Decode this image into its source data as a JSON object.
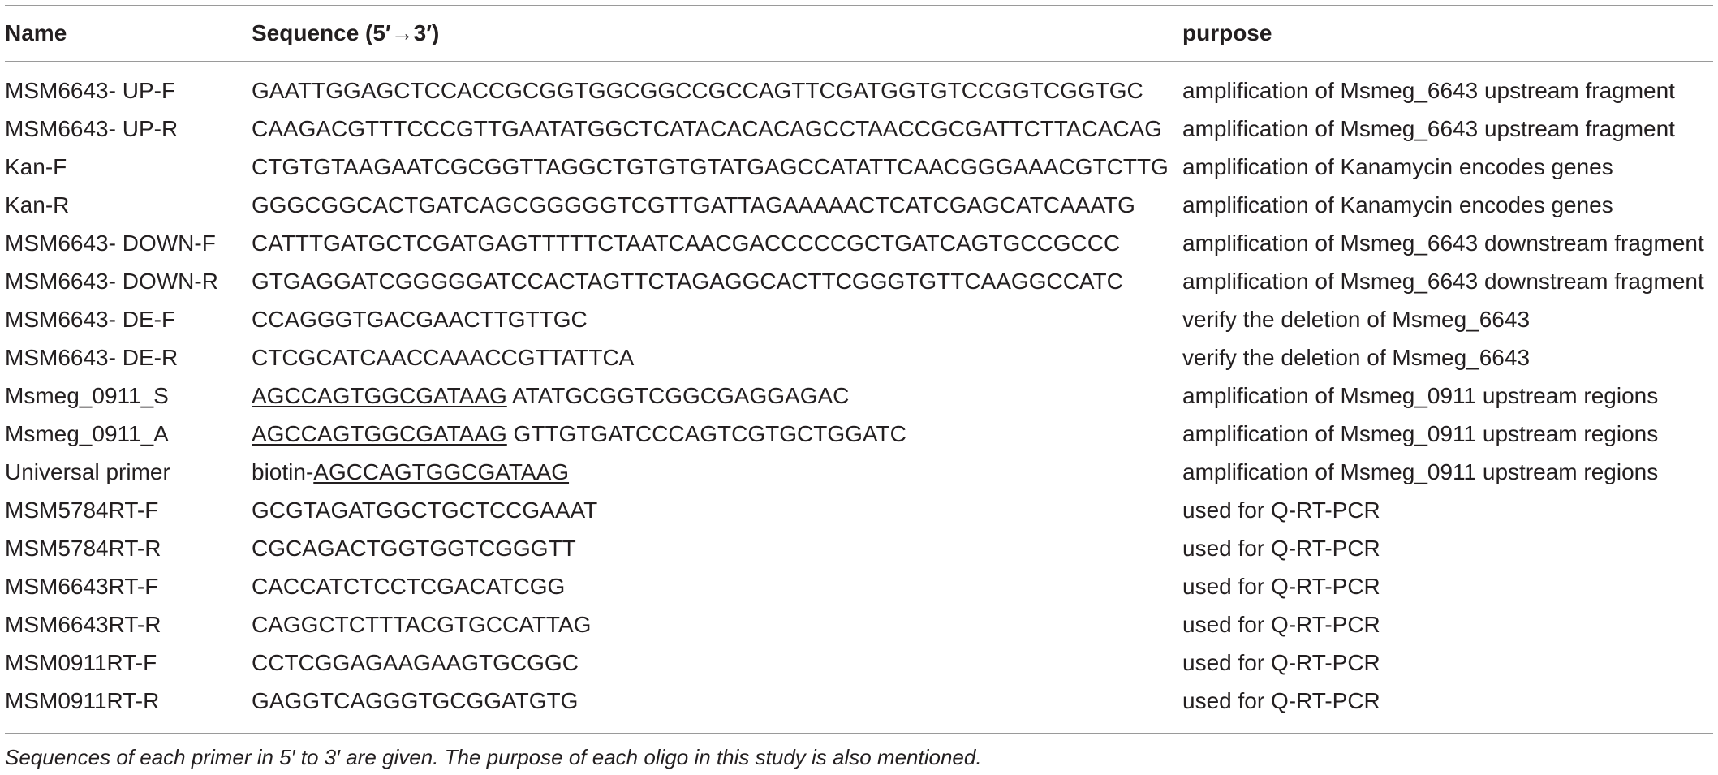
{
  "table": {
    "headers": {
      "name": "Name",
      "sequence": "Sequence (5′→3′)",
      "purpose": "purpose"
    },
    "rows": [
      {
        "name": "MSM6643- UP-F",
        "seq_underlined": "",
        "seq_plain": "GAATTGGAGCTCCACCGCGGTGGCGGCCGCCAGTTCGATGGTGTCCGGTCGGTGC",
        "purpose": "amplification of Msmeg_6643 upstream fragment"
      },
      {
        "name": "MSM6643- UP-R",
        "seq_underlined": "",
        "seq_plain": "CAAGACGTTTCCCGTTGAATATGGCTCATACACACAGCCTAACCGCGATTCTTACACAG",
        "purpose": "amplification of Msmeg_6643 upstream fragment"
      },
      {
        "name": "Kan-F",
        "seq_underlined": "",
        "seq_plain": "CTGTGTAAGAATCGCGGTTAGGCTGTGTGTATGAGCCATATTCAACGGGAAACGTCTTG",
        "purpose": "amplification of Kanamycin encodes genes"
      },
      {
        "name": "Kan-R",
        "seq_underlined": "",
        "seq_plain": "GGGCGGCACTGATCAGCGGGGGTCGTTGATTAGAAAAACTCATCGAGCATCAAATG",
        "purpose": "amplification of Kanamycin encodes genes"
      },
      {
        "name": "MSM6643- DOWN-F",
        "seq_underlined": "",
        "seq_plain": "CATTTGATGCTCGATGAGTTTTTCTAATCAACGACCCCCGCTGATCAGTGCCGCCC",
        "purpose": "amplification of Msmeg_6643 downstream fragment"
      },
      {
        "name": "MSM6643- DOWN-R",
        "seq_underlined": "",
        "seq_plain": "GTGAGGATCGGGGGATCCACTAGTTCTAGAGGCACTTCGGGTGTTCAAGGCCATC",
        "purpose": "amplification of Msmeg_6643 downstream fragment"
      },
      {
        "name": "MSM6643- DE-F",
        "seq_underlined": "",
        "seq_plain": "CCAGGGTGACGAACTTGTTGC",
        "purpose": "verify the deletion of Msmeg_6643"
      },
      {
        "name": "MSM6643- DE-R",
        "seq_underlined": "",
        "seq_plain": "CTCGCATCAACCAAACCGTTATTCA",
        "purpose": "verify the deletion of Msmeg_6643"
      },
      {
        "name": "Msmeg_0911_S",
        "seq_prefix": "",
        "seq_underlined": "AGCCAGTGGCGATAAG",
        "seq_plain": " ATATGCGGTCGGCGAGGAGAC",
        "purpose": "amplification of Msmeg_0911 upstream regions"
      },
      {
        "name": "Msmeg_0911_A",
        "seq_prefix": "",
        "seq_underlined": "AGCCAGTGGCGATAAG",
        "seq_plain": " GTTGTGATCCCAGTCGTGCTGGATC",
        "purpose": "amplification of Msmeg_0911 upstream regions"
      },
      {
        "name": "Universal primer",
        "seq_prefix": "biotin-",
        "seq_underlined": "AGCCAGTGGCGATAAG",
        "seq_plain": "",
        "purpose": "amplification of Msmeg_0911 upstream regions"
      },
      {
        "name": "MSM5784RT-F",
        "seq_underlined": "",
        "seq_plain": "GCGTAGATGGCTGCTCCGAAAT",
        "purpose": "used for Q-RT-PCR"
      },
      {
        "name": "MSM5784RT-R",
        "seq_underlined": "",
        "seq_plain": "CGCAGACTGGTGGTCGGGTT",
        "purpose": "used for Q-RT-PCR"
      },
      {
        "name": "MSM6643RT-F",
        "seq_underlined": "",
        "seq_plain": "CACCATCTCCTCGACATCGG",
        "purpose": "used for Q-RT-PCR"
      },
      {
        "name": "MSM6643RT-R",
        "seq_underlined": "",
        "seq_plain": "CAGGCTCTTTACGTGCCATTAG",
        "purpose": "used for Q-RT-PCR"
      },
      {
        "name": "MSM0911RT-F",
        "seq_underlined": "",
        "seq_plain": "CCTCGGAGAAGAAGTGCGGC",
        "purpose": "used for Q-RT-PCR"
      },
      {
        "name": "MSM0911RT-R",
        "seq_underlined": "",
        "seq_plain": "GAGGTCAGGGTGCGGATGTG",
        "purpose": "used for Q-RT-PCR"
      }
    ]
  },
  "footnote": "Sequences of each primer in 5′ to 3′ are given. The purpose of each oligo in this study is also mentioned."
}
